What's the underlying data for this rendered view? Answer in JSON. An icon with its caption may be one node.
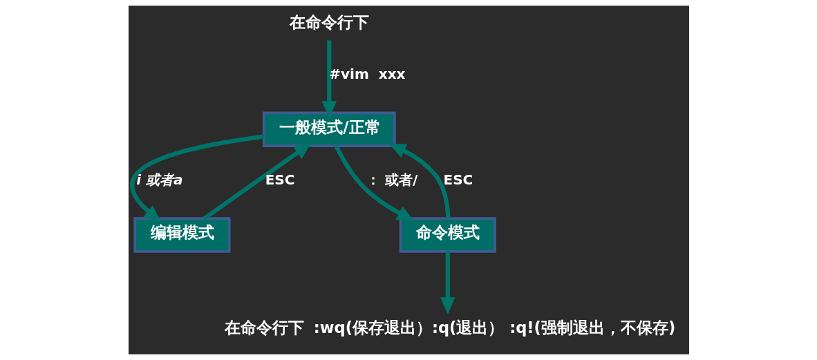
{
  "diagram": {
    "nodes": [
      {
        "text": [
          "在命令行下"
        ]
      },
      {
        "text": [
          "一般模式/正常"
        ]
      },
      {
        "text": [
          "编辑模式"
        ]
      },
      {
        "text": [
          "命令模式"
        ]
      },
      {
        "text": [
          ":wq(保存退出）:q(退出） :q!(强制退出，不保存)"
        ],
        "beside": [
          "在命令行下"
        ]
      }
    ],
    "edges": [
      {
        "from": 0,
        "to": 1,
        "arrow": "to",
        "label": "#vim  xxx"
      },
      {
        "from": 1,
        "to": 2,
        "arrow": "to",
        "label": "i 或者a"
      },
      {
        "from": 2,
        "to": 1,
        "arrow": "to",
        "label": "ESC"
      },
      {
        "from": 3,
        "to": 1,
        "arrow": "to",
        "label": "ESC"
      },
      {
        "from": 1,
        "to": 3,
        "arrow": "to",
        "label": "： 或者/"
      },
      {
        "from": 3,
        "to": 4,
        "arrow": "to"
      }
    ]
  }
}
